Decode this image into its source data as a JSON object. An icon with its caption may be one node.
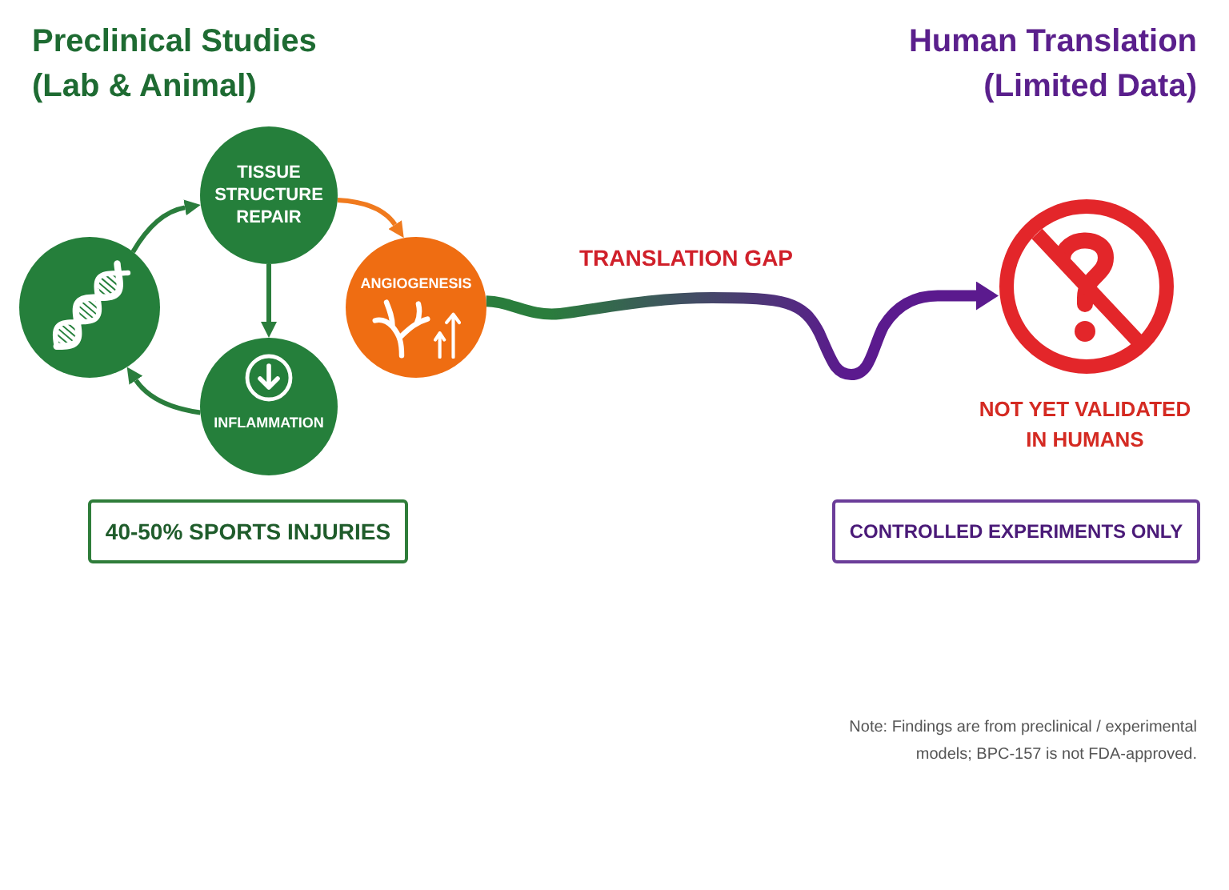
{
  "diagram": {
    "nodes": [
      {
        "text": [],
        "shape": "circle"
      },
      {
        "text": [
          "TISSUE STRUCTURE REPAIR"
        ]
      },
      {
        "text": [
          "ANGIOGENESIS"
        ]
      },
      {
        "text": [
          "INFLAMMATION"
        ]
      },
      {
        "text": [
          "40-50% SPORTS INJURIES"
        ]
      },
      {
        "text": [],
        "shape": "picture",
        "beside": [
          "NOT YET VALIDATED IN HUMANS"
        ]
      },
      {
        "text": [
          "CONTROLLED EXPERIMENTS ONLY"
        ]
      }
    ],
    "edges": [
      {
        "from": 0,
        "to": 1,
        "arrow": "to"
      },
      {
        "from": 1,
        "to": 3,
        "arrow": "to"
      },
      {
        "from": 3,
        "to": 0,
        "arrow": "to"
      },
      {
        "from": 1,
        "to": 2,
        "arrow": "to",
        "color": "#f07a1e"
      },
      {
        "from": 2,
        "to": 5,
        "arrow": "to",
        "label": "TRANSLATION GAP",
        "style": "thick",
        "color": "#5b1a8e"
      }
    ],
    "labels": [
      "Preclinical Studies (Lab & Animal)",
      "Human Translation (Limited Data)",
      "Note: Findings are from preclinical / experimental models; BPC-157 is not FDA-approved."
    ]
  }
}
